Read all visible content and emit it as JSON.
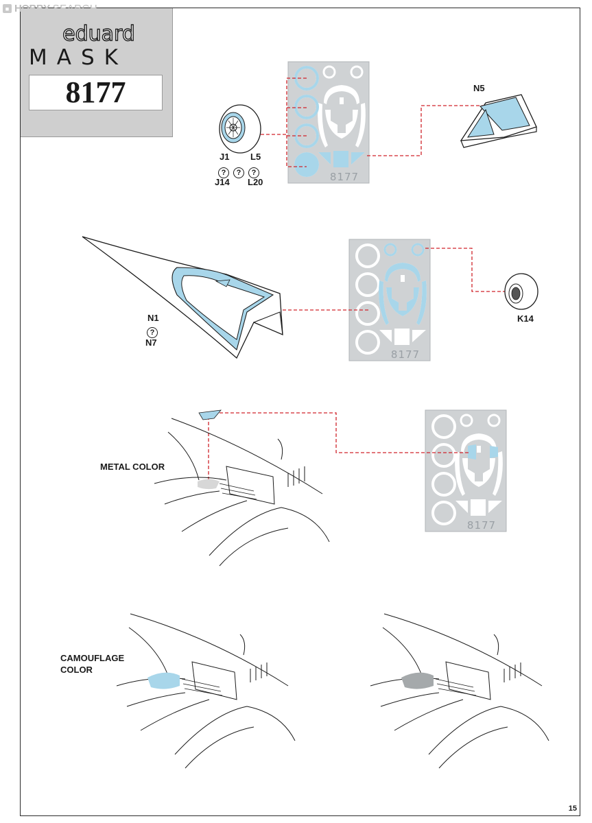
{
  "watermark": {
    "hobby": "HOBBY",
    "search": "SEARCH"
  },
  "logo": {
    "brand": "eduard",
    "product": "MASK",
    "code": "8177"
  },
  "parts": {
    "wheel_main": "J1",
    "wheel_hub": "L5",
    "alt_j": "J14",
    "alt_l": "L20",
    "panel_top": "N5",
    "canopy": "N1",
    "canopy_alt": "N7",
    "nose_wheel": "K14"
  },
  "mask_sheet_code": "8177",
  "captions": {
    "metal": "METAL COLOR",
    "camouflage_line1": "CAMOUFLAGE",
    "camouflage_line2": "COLOR"
  },
  "page_number": "15",
  "colors": {
    "mask_blue": "#a8d6ea",
    "sheet_grey": "#cfd2d4",
    "leader_red": "#d0232a",
    "frame": "#2a2a2a"
  }
}
